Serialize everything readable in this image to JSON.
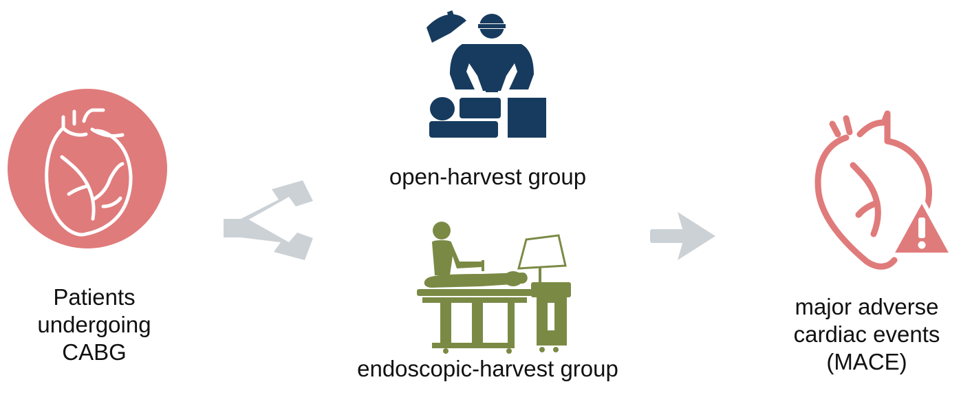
{
  "nodes": {
    "patients": {
      "lines": [
        "Patients",
        "undergoing",
        "CABG"
      ],
      "icon": "heart-icon",
      "color": "#e07b7b"
    },
    "open": {
      "label": "open-harvest group",
      "icon": "surgeon-operating-icon",
      "color": "#173b5e"
    },
    "endoscopic": {
      "label": "endoscopic-harvest group",
      "icon": "endoscopic-surgery-icon",
      "color": "#7a8a45"
    },
    "mace": {
      "lines": [
        "major adverse",
        "cardiac events",
        "(MACE)"
      ],
      "icon": "heart-warning-icon",
      "color": "#e07b7b"
    }
  },
  "arrows": {
    "color": "#ccd1d6",
    "split": "split-arrows-icon",
    "forward": "right-arrow-icon"
  }
}
